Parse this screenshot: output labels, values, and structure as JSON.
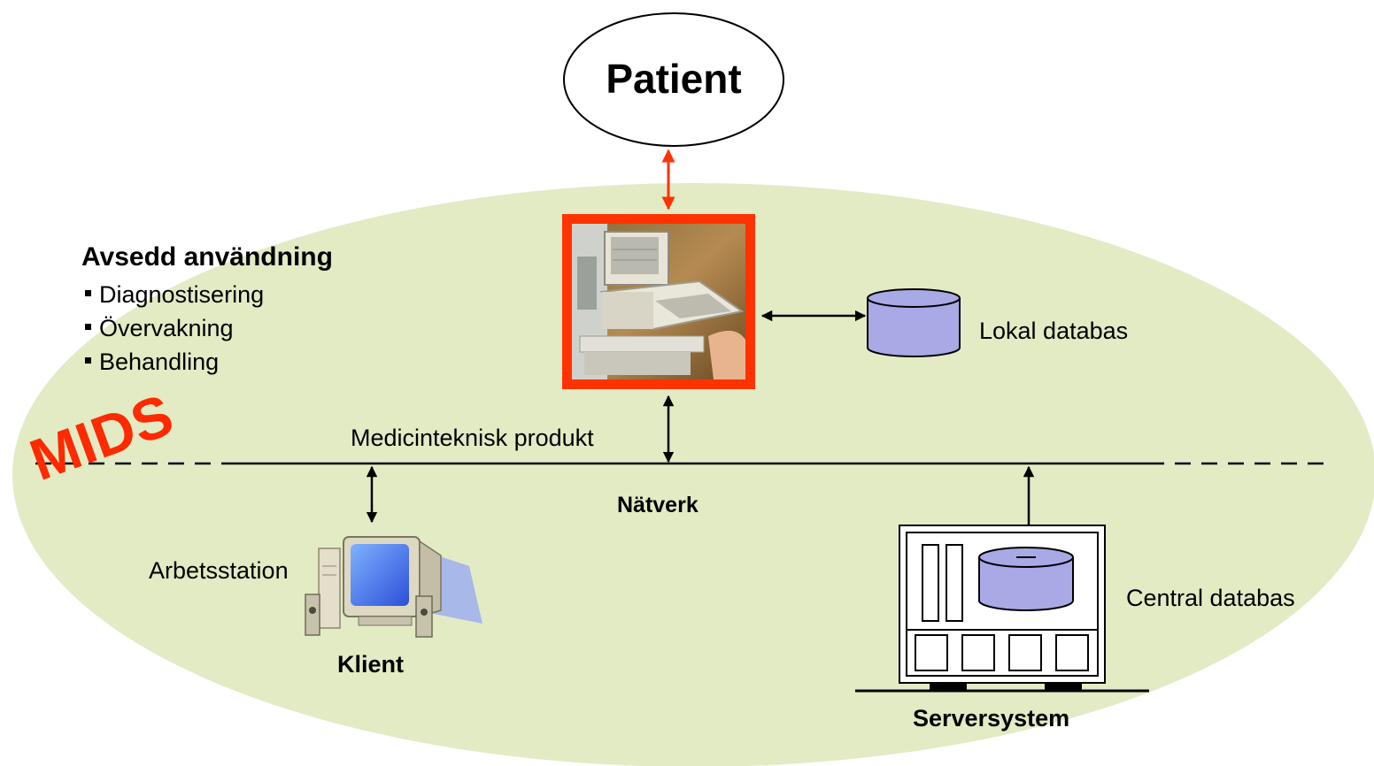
{
  "patient": {
    "label": "Patient"
  },
  "system": {
    "label": "MIDS"
  },
  "intended_use": {
    "title": "Avsedd användning",
    "items": [
      "Diagnostisering",
      "Övervakning",
      "Behandling"
    ]
  },
  "device": {
    "caption": "Medicinteknisk produkt"
  },
  "local_db": {
    "label": "Lokal databas"
  },
  "network": {
    "label": "Nätverk"
  },
  "workstation": {
    "label": "Arbetsstation",
    "caption": "Klient"
  },
  "server": {
    "db_label": "Central databas",
    "caption": "Serversystem"
  },
  "colors": {
    "ellipse_fill": "#e2ebc4",
    "accent_red": "#ff3300",
    "database_fill": "#a9a9e6",
    "monitor_screen": "#3f6ee8"
  }
}
